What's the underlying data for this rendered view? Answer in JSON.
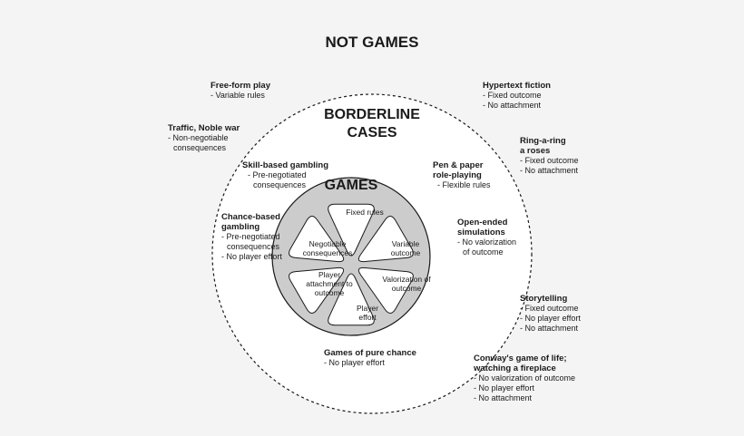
{
  "title": "NOT GAMES",
  "middle_title": [
    "BORDERLINE",
    "CASES"
  ],
  "core_title": "GAMES",
  "segments": [
    [
      "Fixed rules"
    ],
    [
      "Variable",
      "outcome"
    ],
    [
      "Valorization of",
      "outcome"
    ],
    [
      "Player",
      "effort"
    ],
    [
      "Player",
      "attachment to",
      "outcome"
    ],
    [
      "Negotiable",
      "consequences"
    ]
  ],
  "outer_cases": {
    "free_form": {
      "title": "Free-form play",
      "notes": [
        "- Variable rules"
      ]
    },
    "traffic": {
      "title": "Traffic, Noble war",
      "notes": [
        "- Non-negotiable",
        "consequences"
      ]
    },
    "hypertext": {
      "title": "Hypertext fiction",
      "notes": [
        "- Fixed outcome",
        "- No attachment"
      ]
    },
    "ring": {
      "title": [
        "Ring-a-ring",
        "a roses"
      ],
      "notes": [
        "- Fixed outcome",
        "- No attachment"
      ]
    },
    "storytelling": {
      "title": "Storytelling",
      "notes": [
        "- Fixed outcome",
        "- No player effort",
        "- No attachment"
      ]
    },
    "conway": {
      "title": [
        "Conway's game of life;",
        "watching a fireplace"
      ],
      "notes": [
        "- No valorization of outcome",
        "- No player effort",
        "- No attachment"
      ]
    }
  },
  "borderline_cases": {
    "skill_gambling": {
      "title": "Skill-based gambling",
      "notes": [
        "- Pre-negotiated",
        "consequences"
      ]
    },
    "pen_paper": {
      "title": [
        "Pen & paper",
        "role-playing"
      ],
      "notes": [
        "- Flexible rules"
      ]
    },
    "chance_gambling": {
      "title": [
        "Chance-based",
        "gambling"
      ],
      "notes": [
        "- Pre-negotiated",
        "consequences",
        "- No player effort"
      ]
    },
    "open_sims": {
      "title": [
        "Open-ended",
        "simulations"
      ],
      "notes": [
        "- No valorization",
        "of outcome"
      ]
    },
    "pure_chance": {
      "title": "Games of pure chance",
      "notes": [
        "- No player effort"
      ]
    }
  },
  "colors": {
    "background": "#f4f4f4",
    "borderline_fill": "#ffffff",
    "core_ring": "#cccccc",
    "segment_fill": "#ffffff",
    "stroke": "#1a1a1a"
  }
}
